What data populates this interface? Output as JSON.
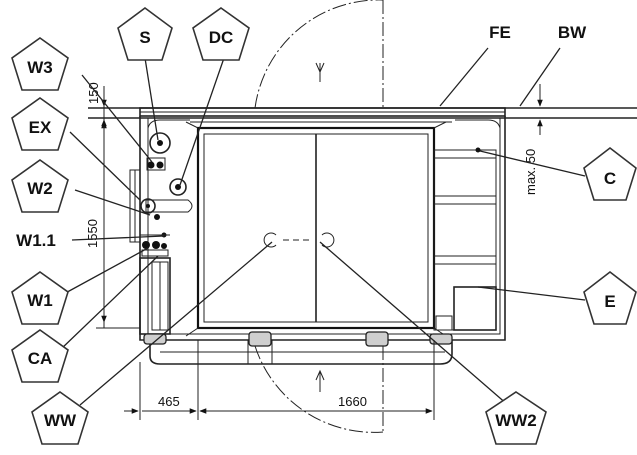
{
  "labels": {
    "s": "S",
    "dc": "DC",
    "fe": "FE",
    "bw": "BW",
    "w3": "W3",
    "ex": "EX",
    "w2": "W2",
    "w1_1": "W1.1",
    "w1": "W1",
    "ca": "CA",
    "ww": "WW",
    "ww2": "WW2",
    "c": "C",
    "e": "E"
  },
  "dimensions": {
    "top_gap": "150",
    "height": "1550",
    "width_left": "465",
    "width_main": "1660",
    "max_gap": "max. 50"
  }
}
